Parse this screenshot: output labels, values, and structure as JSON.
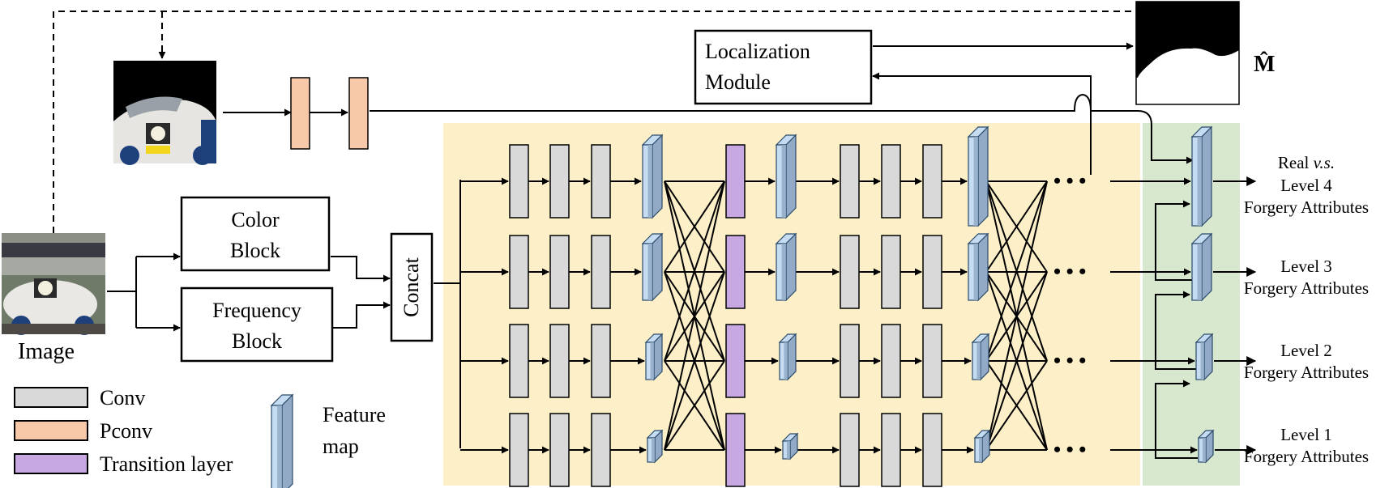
{
  "colors": {
    "conv": "#d9d9d9",
    "pconv": "#f8c9a8",
    "transition": "#c7a8e2",
    "feature_front": "#c5dcf3",
    "feature_side": "#93aac6",
    "hrnet_bg": "#fdf0c9",
    "head_bg": "#d8e8cf"
  },
  "labels": {
    "image": "Image",
    "color_block_l1": "Color",
    "color_block_l2": "Block",
    "freq_block_l1": "Frequency",
    "freq_block_l2": "Block",
    "concat": "Concat",
    "loc_l1": "Localization",
    "loc_l2": "Module",
    "mask": "M̂",
    "dots": "• • •"
  },
  "legend": {
    "conv": "Conv",
    "pconv": "Pconv",
    "transition": "Transition layer",
    "feature_l1": "Feature",
    "feature_l2": "map"
  },
  "outputs": {
    "real_prefix": "Real ",
    "real_vs": "v.s.",
    "level4": "Level 4",
    "level3": "Level 3",
    "level2": "Level 2",
    "level1": "Level 1",
    "forgery": "Forgery Attributes"
  },
  "icons": {
    "input_image": "car-photo-icon",
    "masked_image": "masked-car-icon",
    "predicted_mask": "mask-output-icon"
  }
}
